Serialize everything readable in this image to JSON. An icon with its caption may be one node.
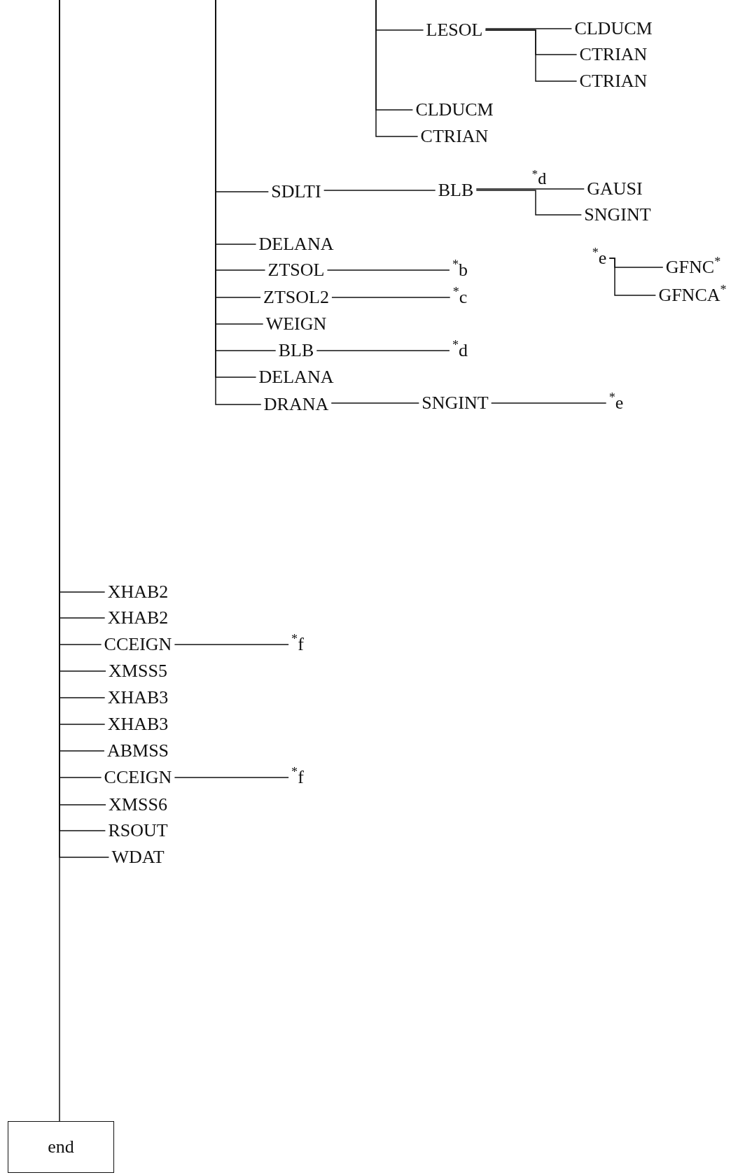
{
  "diagram": {
    "nodes": [
      {
        "text": [
          "LESOL"
        ]
      },
      {
        "text": [
          "CLDUCM"
        ]
      },
      {
        "text": [
          "CTRIAN"
        ]
      },
      {
        "text": [
          "CTRIAN"
        ]
      },
      {
        "text": [
          "CLDUCM"
        ]
      },
      {
        "text": [
          "CTRIAN"
        ]
      },
      {
        "text": [
          "SDLTI"
        ]
      },
      {
        "text": [
          "BLB"
        ]
      },
      {
        "text": [
          "GAUSI"
        ]
      },
      {
        "text": [
          "SNGINT"
        ]
      },
      {
        "text": [
          "DELANA"
        ]
      },
      {
        "text": [
          "$^{*}$e"
        ]
      },
      {
        "text": [
          "GFNC$^{*}$"
        ]
      },
      {
        "text": [
          "ZTSOL"
        ]
      },
      {
        "text": [
          "$^{*}$b"
        ]
      },
      {
        "text": [
          "GFNCA$^{*}$"
        ]
      },
      {
        "text": [
          "ZTSOL2"
        ]
      },
      {
        "text": [
          "$^{*}$c"
        ]
      },
      {
        "text": [
          "WEIGN"
        ]
      },
      {
        "text": [
          "BLB"
        ]
      },
      {
        "text": [
          "$^{*}$d"
        ]
      },
      {
        "text": [
          "DELANA"
        ]
      },
      {
        "text": [
          "DRANA"
        ]
      },
      {
        "text": [
          "SNGINT"
        ]
      },
      {
        "text": [
          "$^{*}$e"
        ]
      },
      {
        "text": [
          "XHAB2"
        ]
      },
      {
        "text": [
          "XHAB2"
        ]
      },
      {
        "text": [
          "CCEIGN"
        ]
      },
      {
        "text": [
          "$^{*}$f"
        ]
      },
      {
        "text": [
          "XMSS5"
        ]
      },
      {
        "text": [
          "XHAB3"
        ]
      },
      {
        "text": [
          "XHAB3"
        ]
      },
      {
        "text": [
          "ABMSS"
        ]
      },
      {
        "text": [
          "CCEIGN"
        ]
      },
      {
        "text": [
          "$^{*}$f"
        ]
      },
      {
        "text": [
          "XMSS6"
        ]
      },
      {
        "text": [
          "RSOUT"
        ]
      },
      {
        "text": [
          "WDAT"
        ]
      },
      {
        "text": [
          "end"
        ]
      }
    ],
    "edges": [
      {
        "from": null,
        "to": 0,
        "arrow": "none"
      },
      {
        "from": null,
        "to": 4,
        "arrow": "none"
      },
      {
        "from": null,
        "to": 5,
        "arrow": "none"
      },
      {
        "from": 0,
        "to": 1,
        "arrow": "none"
      },
      {
        "from": 0,
        "to": 2,
        "arrow": "none"
      },
      {
        "from": 0,
        "to": 3,
        "arrow": "none"
      },
      {
        "from": null,
        "to": 6,
        "arrow": "none"
      },
      {
        "from": 6,
        "to": 7,
        "arrow": "none"
      },
      {
        "from": 7,
        "to": 8,
        "arrow": "none",
        "label": "$^{*}$d"
      },
      {
        "from": 7,
        "to": 9,
        "arrow": "none"
      },
      {
        "from": null,
        "to": 10,
        "arrow": "none"
      },
      {
        "from": 11,
        "to": 12,
        "arrow": "none"
      },
      {
        "from": 11,
        "to": 15,
        "arrow": "none"
      },
      {
        "from": null,
        "to": 13,
        "arrow": "none"
      },
      {
        "from": 13,
        "to": 14,
        "arrow": "none"
      },
      {
        "from": null,
        "to": 16,
        "arrow": "none"
      },
      {
        "from": 16,
        "to": 17,
        "arrow": "none"
      },
      {
        "from": null,
        "to": 18,
        "arrow": "none"
      },
      {
        "from": null,
        "to": 19,
        "arrow": "none"
      },
      {
        "from": 19,
        "to": 20,
        "arrow": "none"
      },
      {
        "from": null,
        "to": 21,
        "arrow": "none"
      },
      {
        "from": null,
        "to": 22,
        "arrow": "none"
      },
      {
        "from": 22,
        "to": 23,
        "arrow": "none"
      },
      {
        "from": 23,
        "to": 24,
        "arrow": "none"
      },
      {
        "from": null,
        "to": 25,
        "arrow": "none"
      },
      {
        "from": null,
        "to": 26,
        "arrow": "none"
      },
      {
        "from": null,
        "to": 27,
        "arrow": "none"
      },
      {
        "from": 27,
        "to": 28,
        "arrow": "none"
      },
      {
        "from": null,
        "to": 29,
        "arrow": "none"
      },
      {
        "from": null,
        "to": 30,
        "arrow": "none"
      },
      {
        "from": null,
        "to": 31,
        "arrow": "none"
      },
      {
        "from": null,
        "to": 32,
        "arrow": "none"
      },
      {
        "from": null,
        "to": 33,
        "arrow": "none"
      },
      {
        "from": 33,
        "to": 34,
        "arrow": "none"
      },
      {
        "from": null,
        "to": 35,
        "arrow": "none"
      },
      {
        "from": null,
        "to": 36,
        "arrow": "none"
      },
      {
        "from": null,
        "to": 37,
        "arrow": "none"
      },
      {
        "from": null,
        "to": 38,
        "arrow": "none"
      }
    ]
  }
}
